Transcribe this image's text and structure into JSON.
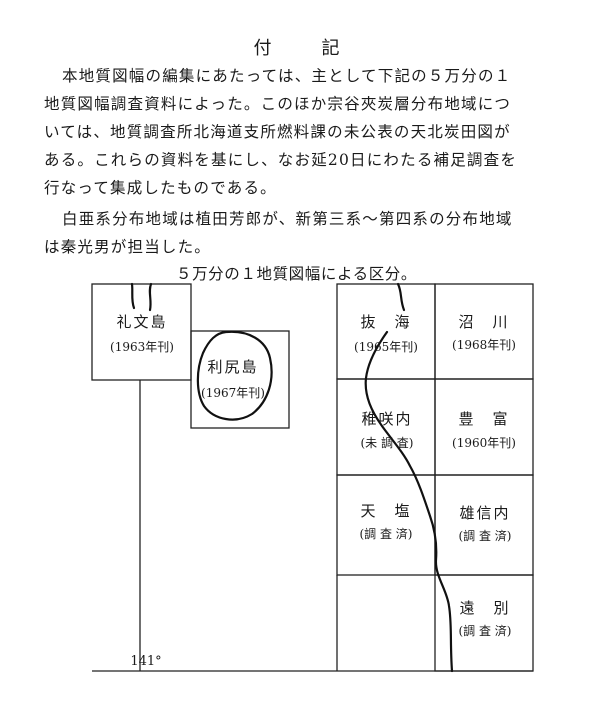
{
  "heading": "付　記",
  "paragraph1": [
    "本地質図幅の編集にあたっては、主として下記の５万分の１",
    "地質図幅調査資料によった。このほか宗谷夾炭層分布地域につ",
    "いては、地質調査所北海道支所燃料課の未公表の天北炭田図が",
    "ある。これらの資料を基にし、なお延20日にわたる補足調査を",
    "行なって集成したものである。"
  ],
  "paragraph2": [
    "白亜系分布地域は植田芳郎が、新第三系〜第四系の分布地域",
    "は秦光男が担当した。"
  ],
  "map_caption": "５万分の１地質図幅による区分。",
  "longitude_label": "141°",
  "map_cells": [
    {
      "id": "rebun",
      "name": "礼文島",
      "status": "(1963年刊)"
    },
    {
      "id": "rishiri",
      "name": "利尻島",
      "status": "(1967年刊)"
    },
    {
      "id": "nukkai",
      "name": "抜　海",
      "status": "(1965年刊)"
    },
    {
      "id": "numakawa",
      "name": "沼　川",
      "status": "(1968年刊)"
    },
    {
      "id": "wakkanai",
      "name": "稚咲内",
      "status": "(未 調 査)"
    },
    {
      "id": "toyotomi",
      "name": "豊　富",
      "status": "(1960年刊)"
    },
    {
      "id": "teshio",
      "name": "天　塩",
      "status": "(調 査 済)"
    },
    {
      "id": "onobunai",
      "name": "雄信内",
      "status": "(調 査 済)"
    },
    {
      "id": "toubetsu",
      "name": "遠　別",
      "status": "(調 査 済)"
    }
  ]
}
